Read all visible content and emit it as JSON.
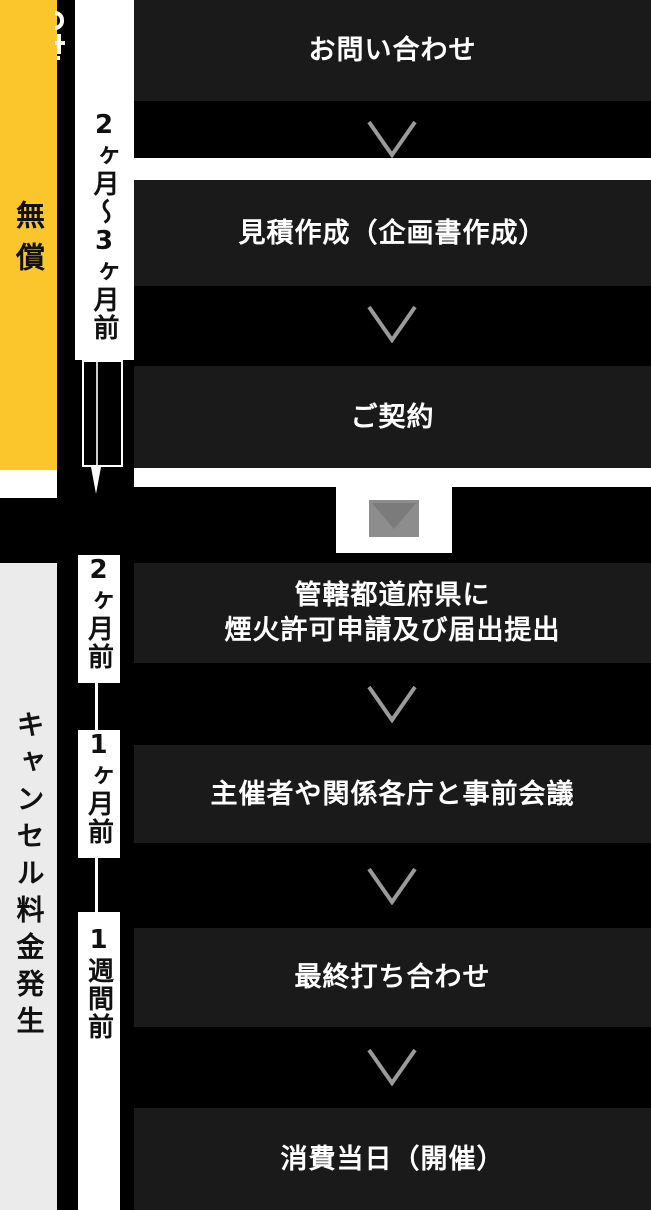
{
  "palette": {
    "accent_yellow": "#FAC62B",
    "rail_gray": "#EBEBEB",
    "box_dark": "#1A1A1A",
    "background_black": "#000000",
    "arrow_gray": "#9A9A9A",
    "step_text_white": "#FFFFFF"
  },
  "left_rail": {
    "free_phase_label": "無償",
    "cancel_phase_label": "キャンセル料金発生"
  },
  "timeline": {
    "phase1_label": "2ヶ月〜3ヶ月前",
    "phase2_labels": [
      {
        "label": "2ヶ月前"
      },
      {
        "label": "1ヶ月前"
      },
      {
        "label": "1週間前"
      }
    ]
  },
  "flow": {
    "steps": [
      {
        "label": "お問い合わせ"
      },
      {
        "label": "見積作成（企画書作成）"
      },
      {
        "label": "ご契約"
      },
      {
        "line1": "管轄都道府県に",
        "line2": "煙火許可申請及び届出提出"
      },
      {
        "label": "主催者や関係各庁と事前会議"
      },
      {
        "label": "最終打ち合わせ"
      },
      {
        "label": "消費当日（開催）"
      }
    ]
  }
}
